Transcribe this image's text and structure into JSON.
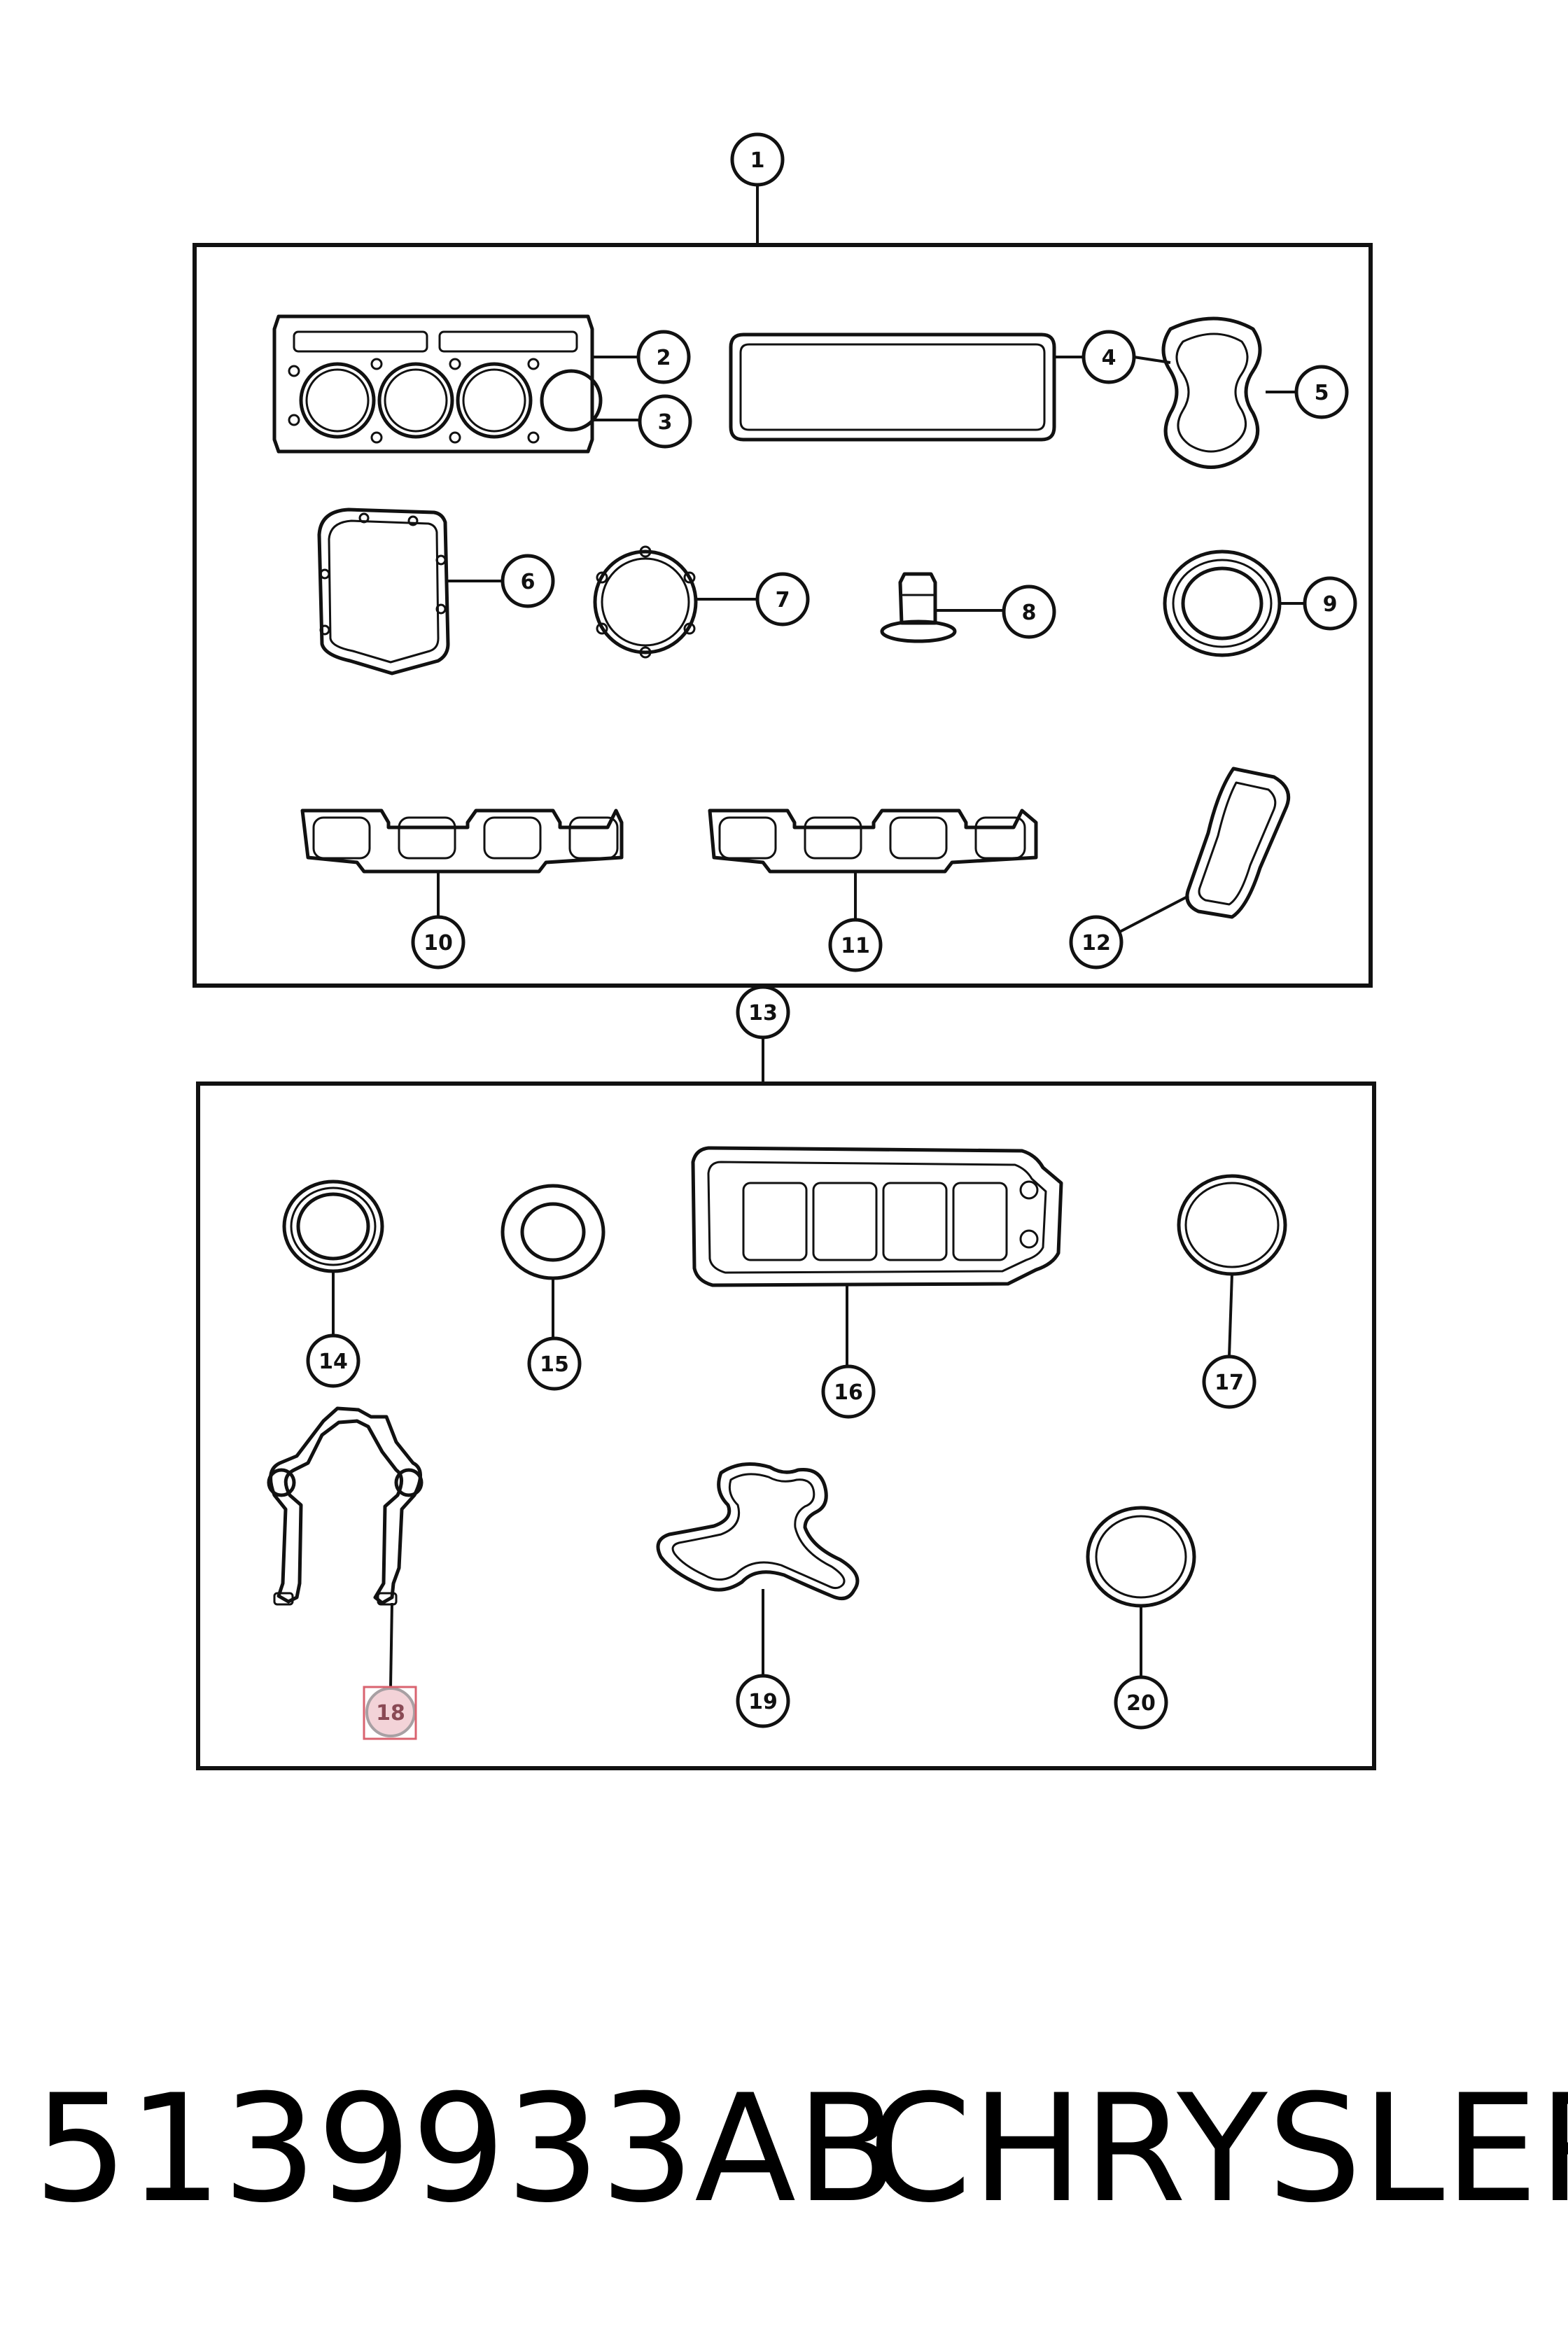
{
  "callouts": [
    "1",
    "2",
    "3",
    "4",
    "5",
    "6",
    "7",
    "8",
    "9",
    "10",
    "11",
    "12",
    "13",
    "14",
    "15",
    "16",
    "17",
    "18",
    "19",
    "20"
  ],
  "highlighted_callout": "18",
  "part_number": "5139933AB",
  "brand": "CHRYSLER",
  "colors": {
    "line": "#111111",
    "highlight_fill": "#f3d3d8",
    "highlight_box": "#d9636f"
  }
}
